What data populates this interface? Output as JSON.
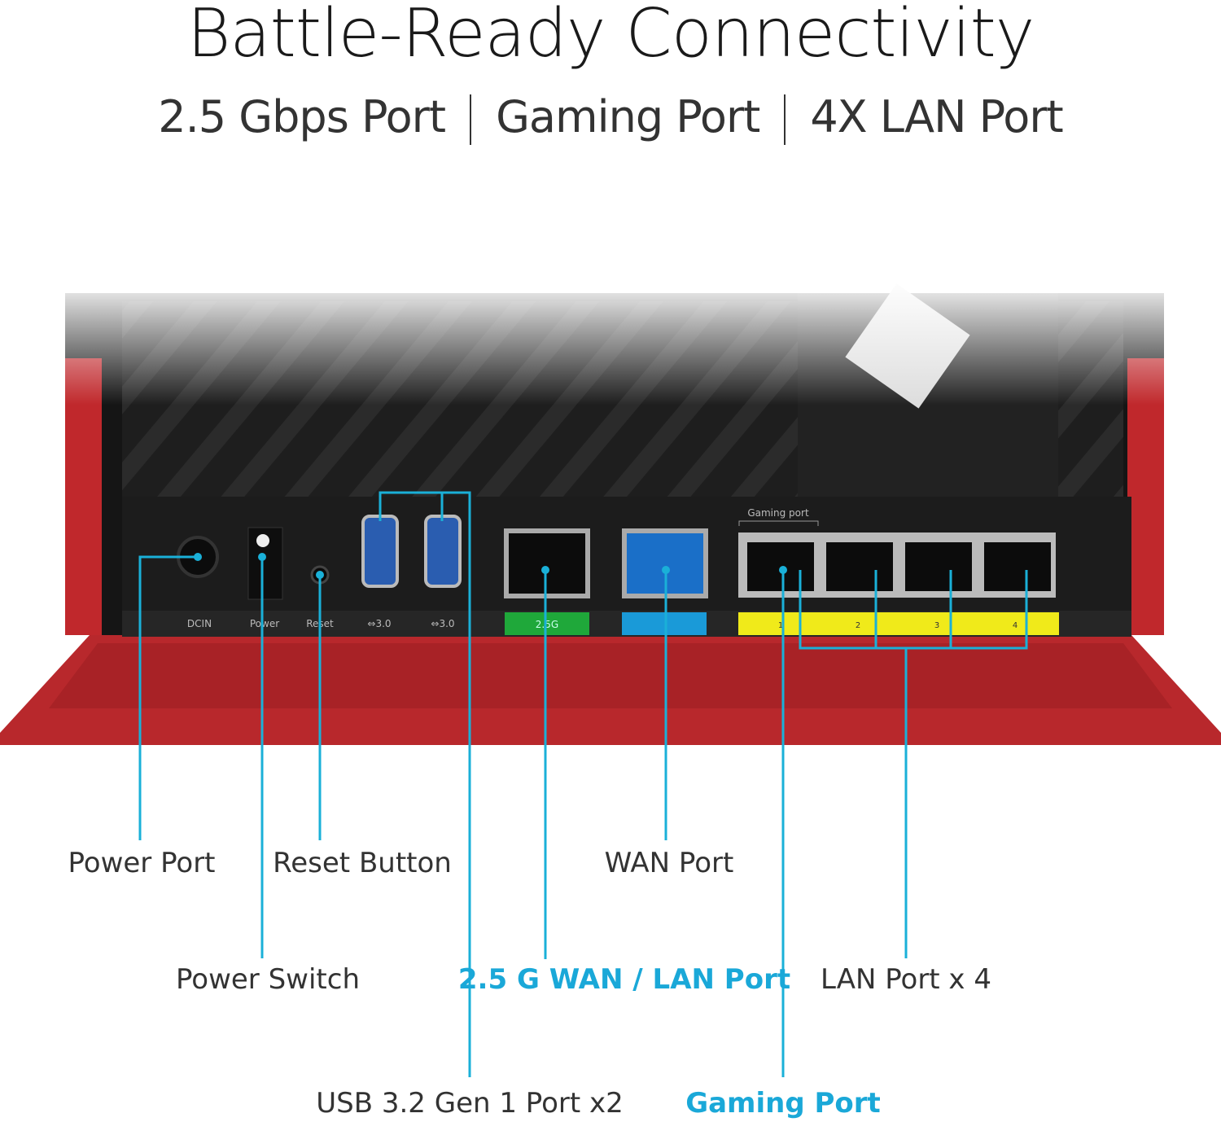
{
  "header": {
    "title": "Battle-Ready Connectivity",
    "subtitle": [
      "2.5 Gbps Port",
      "Gaming Port",
      "4X LAN Port"
    ]
  },
  "device_labels": {
    "dcin": "DCIN",
    "power": "Power",
    "reset": "Reset",
    "usb1": "⇔3.0",
    "usb2": "⇔3.0",
    "wan25": "2.5G",
    "gaming": "Gaming port",
    "lan": [
      "1",
      "2",
      "3",
      "4"
    ]
  },
  "callouts": {
    "power_port": "Power Port",
    "reset_button": "Reset Button",
    "wan_port": "WAN Port",
    "power_switch": "Power Switch",
    "wan_lan_25g": "2.5 G WAN / LAN Port",
    "lan_ports": "LAN Port x 4",
    "usb": "USB 3.2 Gen 1 Port x2",
    "gaming_port": "Gaming Port"
  },
  "colors": {
    "callout": "#1ab0d8",
    "highlight": "#1aa8d8",
    "wan_blue": "#1a9ad8",
    "green": "#1fa83a",
    "yellow": "#f0ea1a",
    "red": "#b8282c"
  }
}
